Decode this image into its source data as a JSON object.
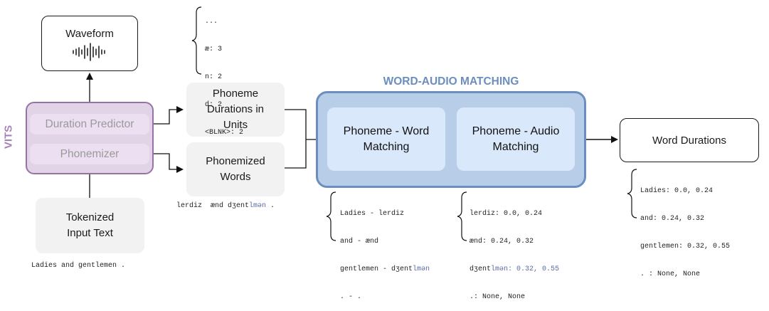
{
  "colors": {
    "vits_fill": "#e1d4e7",
    "vits_border": "#9673a6",
    "vits_label": "#a680b8",
    "matching_fill": "#b8cde8",
    "matching_border": "#6c8ebf",
    "matching_item": "#dae8fc",
    "matching_title": "#6c8ebf",
    "grey_box": "#f2f2f2"
  },
  "waveform": {
    "label": "Waveform",
    "icon": "waveform-icon"
  },
  "vits": {
    "label": "VITS",
    "duration_predictor": "Duration Predictor",
    "phonemizer": "Phonemizer"
  },
  "tokenized_input": {
    "line1": "Tokenized",
    "line2": "Input Text",
    "example": "Ladies and gentlemen ."
  },
  "phoneme_durations": {
    "line1": "Phoneme",
    "line2": "Durations in",
    "line3": "Units",
    "values": [
      "...",
      "æ: 3",
      "n: 2",
      "d: 2",
      "<BLNK>: 2",
      "..."
    ]
  },
  "phonemized_words": {
    "line1": "Phonemized",
    "line2": "Words",
    "example_main": "lerdiz  ænd dʒent",
    "example_highlight": "lmən",
    "example_end": " ."
  },
  "word_audio_matching": {
    "title": "WORD-AUDIO MATCHING",
    "word_matching_line1": "Phoneme - Word",
    "word_matching_line2": "Matching",
    "audio_matching_line1": "Phoneme - Audio",
    "audio_matching_line2": "Matching",
    "word_pairs": [
      {
        "main": "Ladies - lerdiz",
        "hl": ""
      },
      {
        "main": "and - ænd",
        "hl": ""
      },
      {
        "main": "gentlemen - dʒent",
        "hl": "lmən"
      },
      {
        "main": ". - .",
        "hl": ""
      }
    ],
    "audio_times": [
      {
        "main": "lerdiz: 0.0, 0.24",
        "hl": ""
      },
      {
        "main": "ænd: 0.24, 0.32",
        "hl": ""
      },
      {
        "main": "dʒent",
        "hl": "lmən: 0.32, 0.55"
      },
      {
        "main": ".: None, None",
        "hl": ""
      }
    ]
  },
  "word_durations": {
    "label": "Word Durations",
    "values": [
      "Ladies: 0.0, 0.24",
      "and: 0.24, 0.32",
      "gentlemen: 0.32, 0.55",
      ". : None, None"
    ]
  }
}
